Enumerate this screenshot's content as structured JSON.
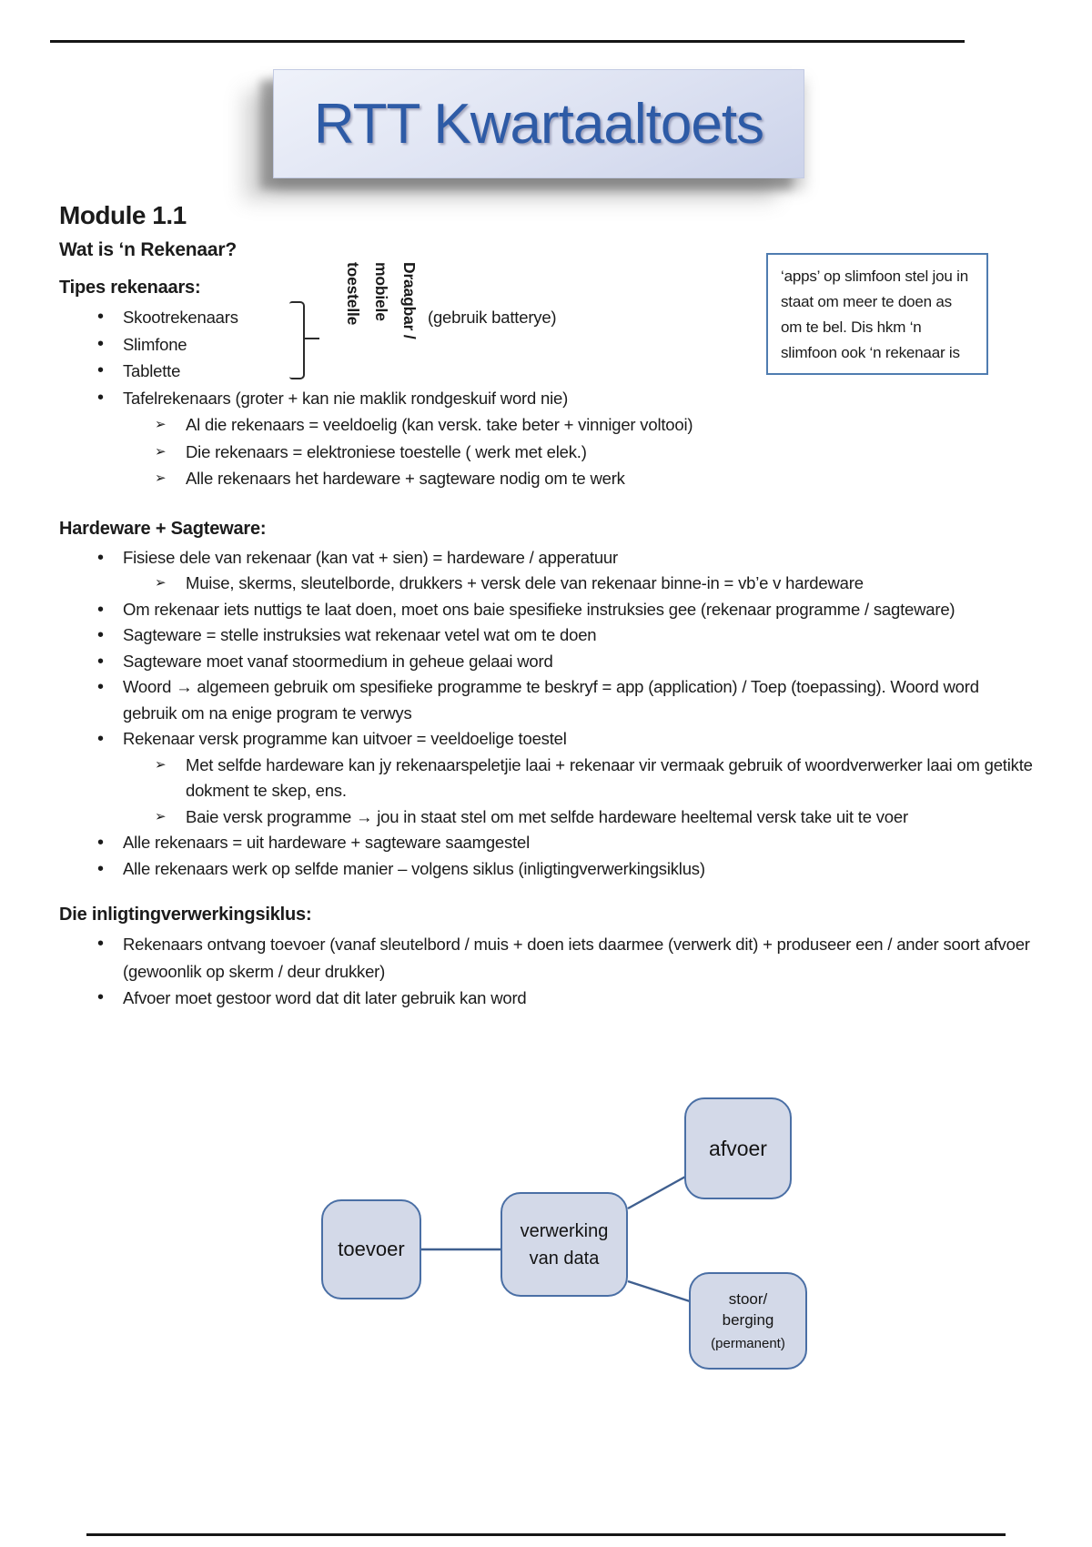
{
  "banner": {
    "title": "RTT Kwartaaltoets"
  },
  "module": {
    "heading": "Module 1.1",
    "subheading": "Wat is ‘n Rekenaar?"
  },
  "tipes": {
    "heading": "Tipes rekenaars:",
    "items": [
      {
        "level": 1,
        "text": "Skootrekenaars"
      },
      {
        "level": 1,
        "text": "Slimfone"
      },
      {
        "level": 1,
        "text": "Tablette"
      },
      {
        "level": 1,
        "text": "Tafelrekenaars (groter + kan nie maklik rondgeskuif word nie)"
      }
    ],
    "subitems": [
      {
        "level": 2,
        "text": "Al die rekenaars = veeldoelig (kan versk. take beter + vinniger voltooi)"
      },
      {
        "level": 2,
        "text": "Die rekenaars = elektroniese toestelle ( werk met elek.)"
      },
      {
        "level": 2,
        "text": "Alle rekenaars het hardeware + sagteware nodig om te werk"
      }
    ],
    "device_label_lines": [
      "Draagbar /",
      "mobiele",
      "toestelle"
    ],
    "battery_note": "(gebruik batterye)"
  },
  "note_box": {
    "lines": [
      "‘apps’ op slimfoon stel jou in",
      "staat om meer te doen as",
      "om te bel. Dis hkm ‘n",
      "slimfoon ook ‘n rekenaar is"
    ]
  },
  "hardware": {
    "heading": "Hardeware + Sagteware:",
    "items": [
      {
        "level": 1,
        "text": "Fisiese dele van rekenaar (kan vat + sien) = hardeware / apperatuur"
      },
      {
        "level": 2,
        "text": "Muise, skerms, sleutelborde, drukkers + versk dele van rekenaar binne-in = vb’e v hardeware"
      },
      {
        "level": 1,
        "text": "Om rekenaar iets nuttigs te laat doen, moet ons baie spesifieke instruksies gee (rekenaar programme / sagteware)"
      },
      {
        "level": 1,
        "text": "Sagteware = stelle instruksies wat rekenaar vetel wat om te doen"
      },
      {
        "level": 1,
        "text": "Sagteware moet vanaf stoormedium in geheue gelaai word"
      },
      {
        "level": 1,
        "text": "Woord → algemeen gebruik om spesifieke programme te beskryf = app (application) / Toep (toepassing). Woord word gebruik om na enige program te verwys"
      },
      {
        "level": 1,
        "text": "Rekenaar versk programme kan uitvoer = veeldoelige toestel"
      },
      {
        "level": 2,
        "text": "Met selfde hardeware kan jy rekenaarspeletjie laai + rekenaar vir vermaak gebruik of woordverwerker laai om getikte dokment te skep, ens."
      },
      {
        "level": 2,
        "text": "Baie versk programme → jou in staat stel om met selfde hardeware heeltemal versk take uit te voer"
      },
      {
        "level": 1,
        "text": "Alle rekenaars = uit hardeware + sagteware saamgestel"
      },
      {
        "level": 1,
        "text": "Alle rekenaars werk op selfde manier – volgens siklus (inligtingverwerkingsiklus)"
      }
    ]
  },
  "siklus": {
    "heading": "Die inligtingverwerkingsiklus:",
    "items": [
      {
        "level": 1,
        "text": "Rekenaars ontvang toevoer (vanaf sleutelbord / muis + doen iets daarmee (verwerk dit) + produseer een / ander soort afvoer (gewoonlik op skerm / deur drukker)"
      },
      {
        "level": 1,
        "text": "Afvoer moet gestoor word dat dit later gebruik kan word"
      }
    ]
  },
  "diagram": {
    "toevoer_label": "toevoer",
    "verwerking_lines": [
      "verwerking",
      "van data"
    ],
    "afvoer_label": "afvoer",
    "stoor_lines": [
      "stoor/",
      "berging",
      "(permanent)"
    ]
  },
  "colors": {
    "banner_bg": "#dde2f2",
    "banner_title_text": "#2e5ba6",
    "note_border": "#4f7cb0",
    "diagram_node_fill": "#d3d9e8",
    "diagram_node_border": "#4a6fa5",
    "body_text": "#1b1b1b"
  }
}
